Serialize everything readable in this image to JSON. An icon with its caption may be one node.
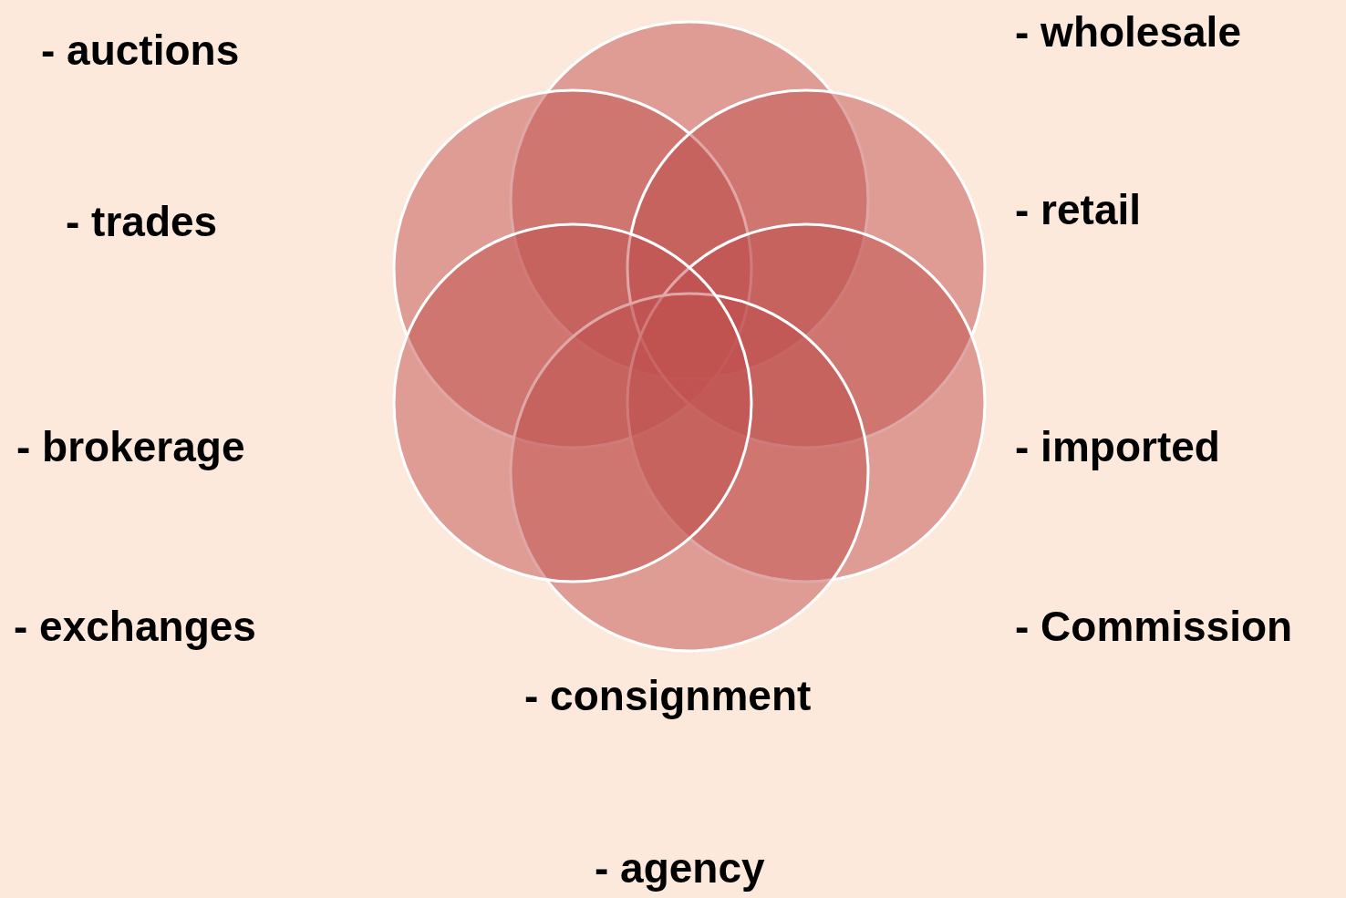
{
  "diagram": {
    "nodes": [
      {
        "text": [],
        "shape": "circle"
      },
      {
        "text": [],
        "shape": "circle"
      },
      {
        "text": [],
        "shape": "circle"
      },
      {
        "text": [],
        "shape": "circle"
      },
      {
        "text": [],
        "shape": "circle"
      },
      {
        "text": [],
        "shape": "circle"
      }
    ],
    "labels": [
      "- auctions",
      "- wholesale",
      "- trades",
      "- retail",
      "- brokerage",
      "- imported",
      "- exchanges",
      "- Commission",
      "- consignment",
      "- agency"
    ]
  }
}
